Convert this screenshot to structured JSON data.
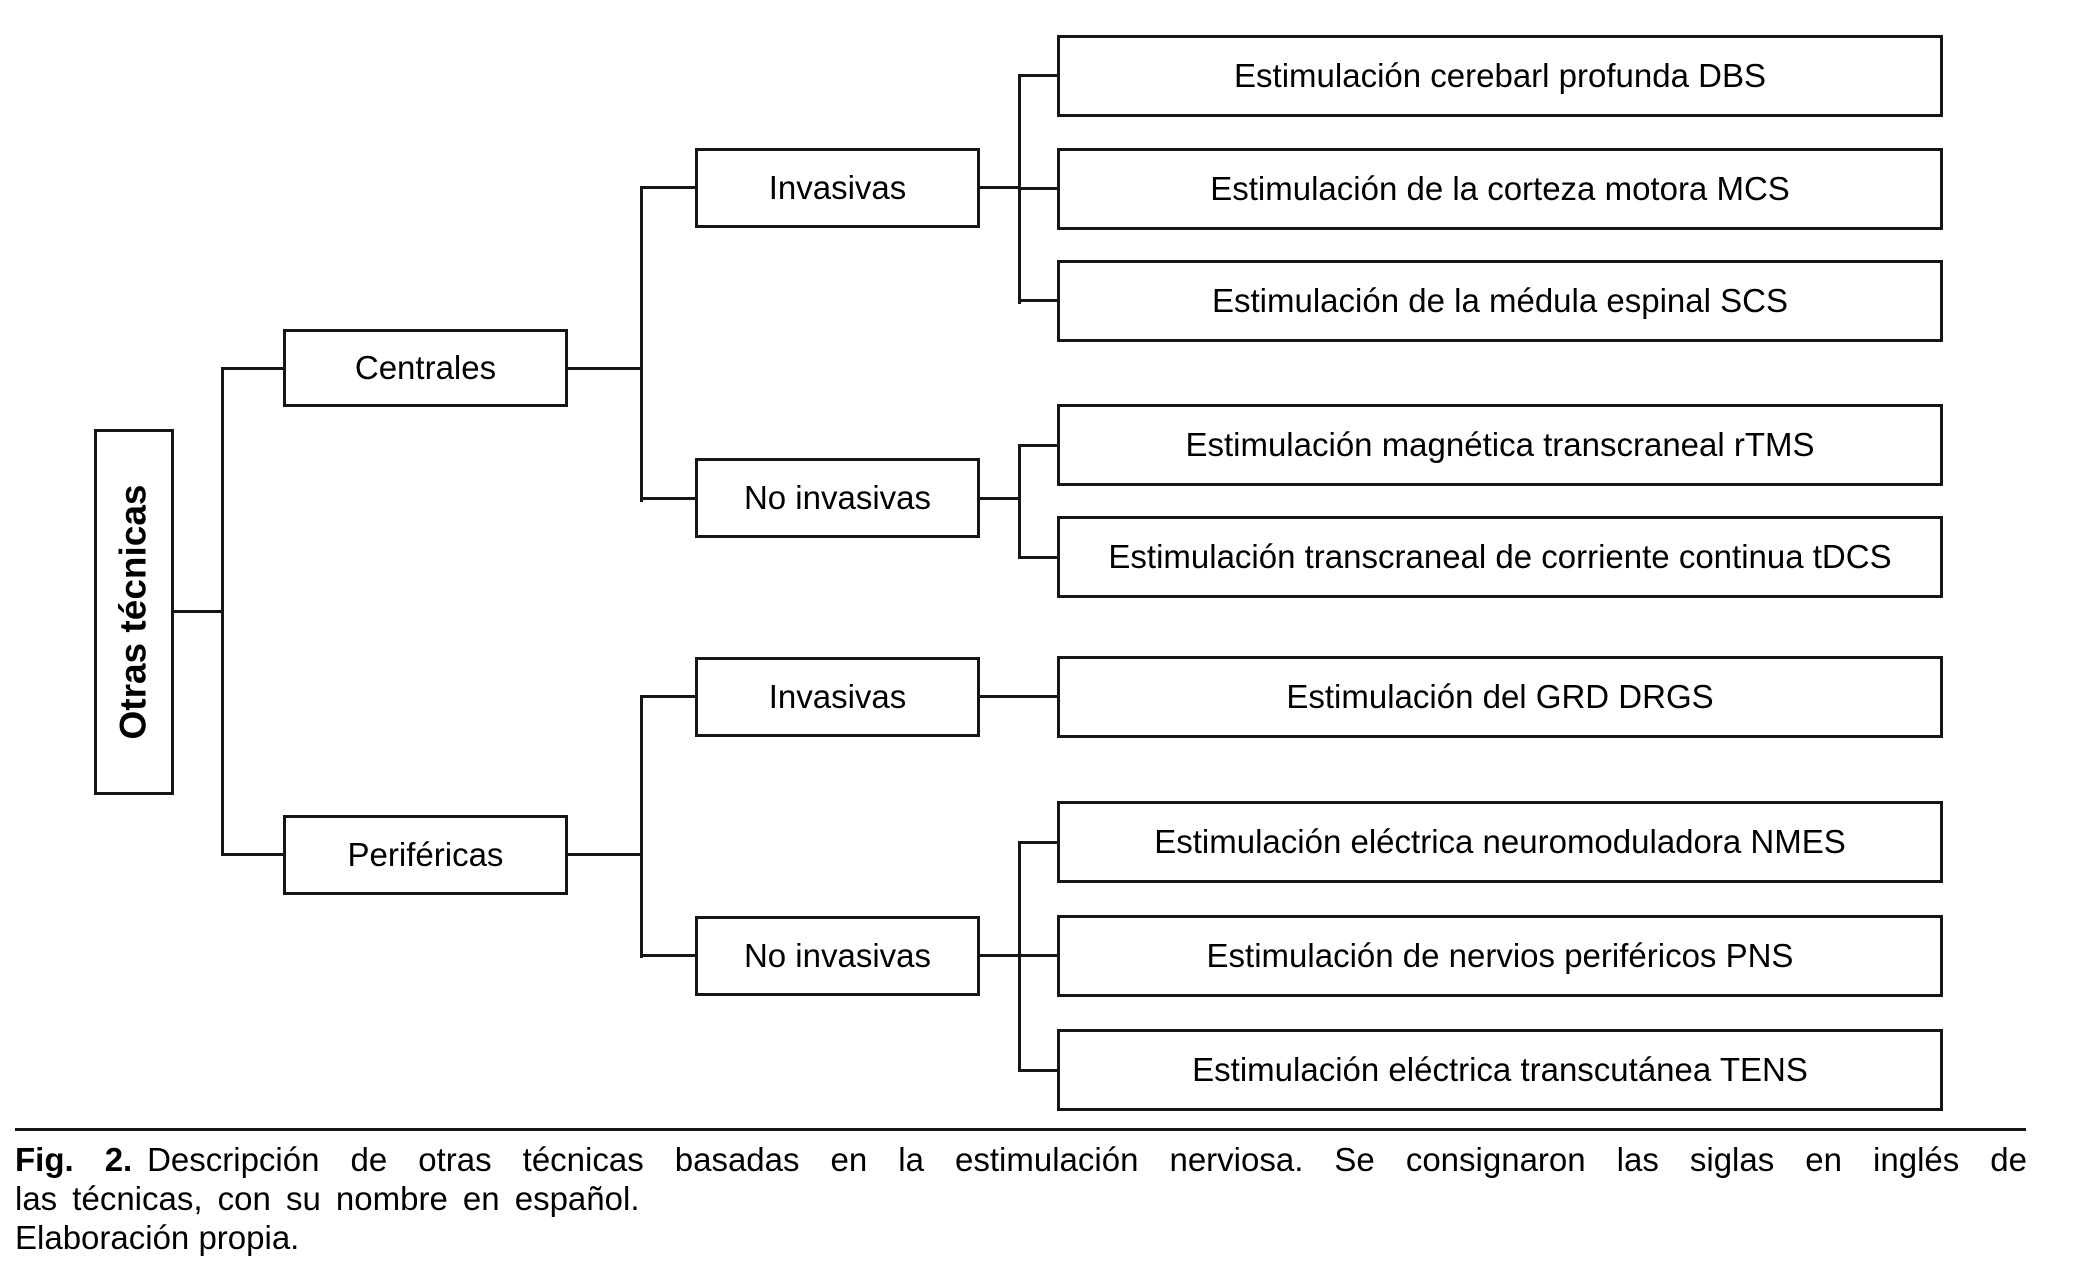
{
  "figure": {
    "tree": {
      "root": {
        "label": "Otras técnicas"
      },
      "branches": [
        {
          "label": "Centrales",
          "children": [
            {
              "label": "Invasivas",
              "leaves": [
                "Estimulación cerebarl profunda DBS",
                "Estimulación de la corteza motora MCS",
                "Estimulación de la médula espinal SCS"
              ]
            },
            {
              "label": "No invasivas",
              "leaves": [
                "Estimulación magnética transcraneal rTMS",
                "Estimulación transcraneal de corriente continua tDCS"
              ]
            }
          ]
        },
        {
          "label": "Periféricas",
          "children": [
            {
              "label": "Invasivas",
              "leaves": [
                "Estimulación del GRD DRGS"
              ]
            },
            {
              "label": "No invasivas",
              "leaves": [
                "Estimulación eléctrica neuromoduladora NMES",
                "Estimulación de nervios periféricos PNS",
                "Estimulación eléctrica transcutánea TENS"
              ]
            }
          ]
        }
      ]
    },
    "caption": {
      "fig_label": "Fig. 2.",
      "line1_rest": "Descripción de otras técnicas basadas en la estimulación nerviosa. Se consignaron las siglas en inglés de",
      "line2": "las técnicas, con su nombre en español.",
      "line3": "Elaboración propia."
    },
    "colors": {
      "background": "#ffffff",
      "line": "#161616",
      "text": "#000000"
    }
  }
}
